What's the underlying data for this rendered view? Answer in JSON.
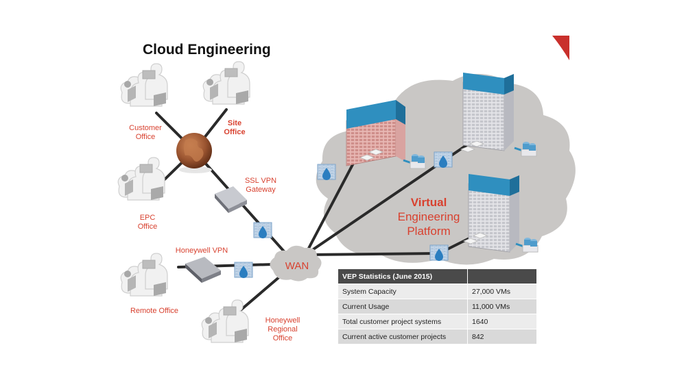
{
  "title": "Cloud Engineering",
  "offices": {
    "customer": [
      "Customer",
      "Office"
    ],
    "site": [
      "Site",
      "Office"
    ],
    "epc": [
      "EPC",
      "Office"
    ],
    "remote": "Remote Office",
    "regional": [
      "Honeywell",
      "Regional",
      "Office"
    ]
  },
  "devices": {
    "ssl_vpn": [
      "SSL VPN",
      "Gateway"
    ],
    "honeywell_vpn": "Honeywell VPN",
    "wan": "WAN"
  },
  "platform": {
    "line1": "Virtual",
    "line2": "Engineering",
    "line3": "Platform"
  },
  "stats_table": {
    "header": [
      "VEP Statistics (June 2015)",
      ""
    ],
    "rows": [
      [
        "System Capacity",
        "27,000 VMs"
      ],
      [
        "Current Usage",
        "11,000 VMs"
      ],
      [
        "Total customer project systems",
        "1640"
      ],
      [
        "Current active customer projects",
        "842"
      ]
    ]
  },
  "colors": {
    "label_red": "#d8412f",
    "cloud_gray": "#c9c7c5",
    "server_blue": "#2f8fbf",
    "server_pink": "#d9a3a0",
    "globe_brown": "#8a4a26",
    "table_header": "#4a4a4a"
  },
  "icons": [
    "office-workgroup-icon",
    "globe-icon",
    "vpn-gateway-icon",
    "firewall-icon",
    "wan-cloud-icon",
    "server-rack-icon",
    "database-icon",
    "switch-icon",
    "corner-ribbon-icon"
  ]
}
